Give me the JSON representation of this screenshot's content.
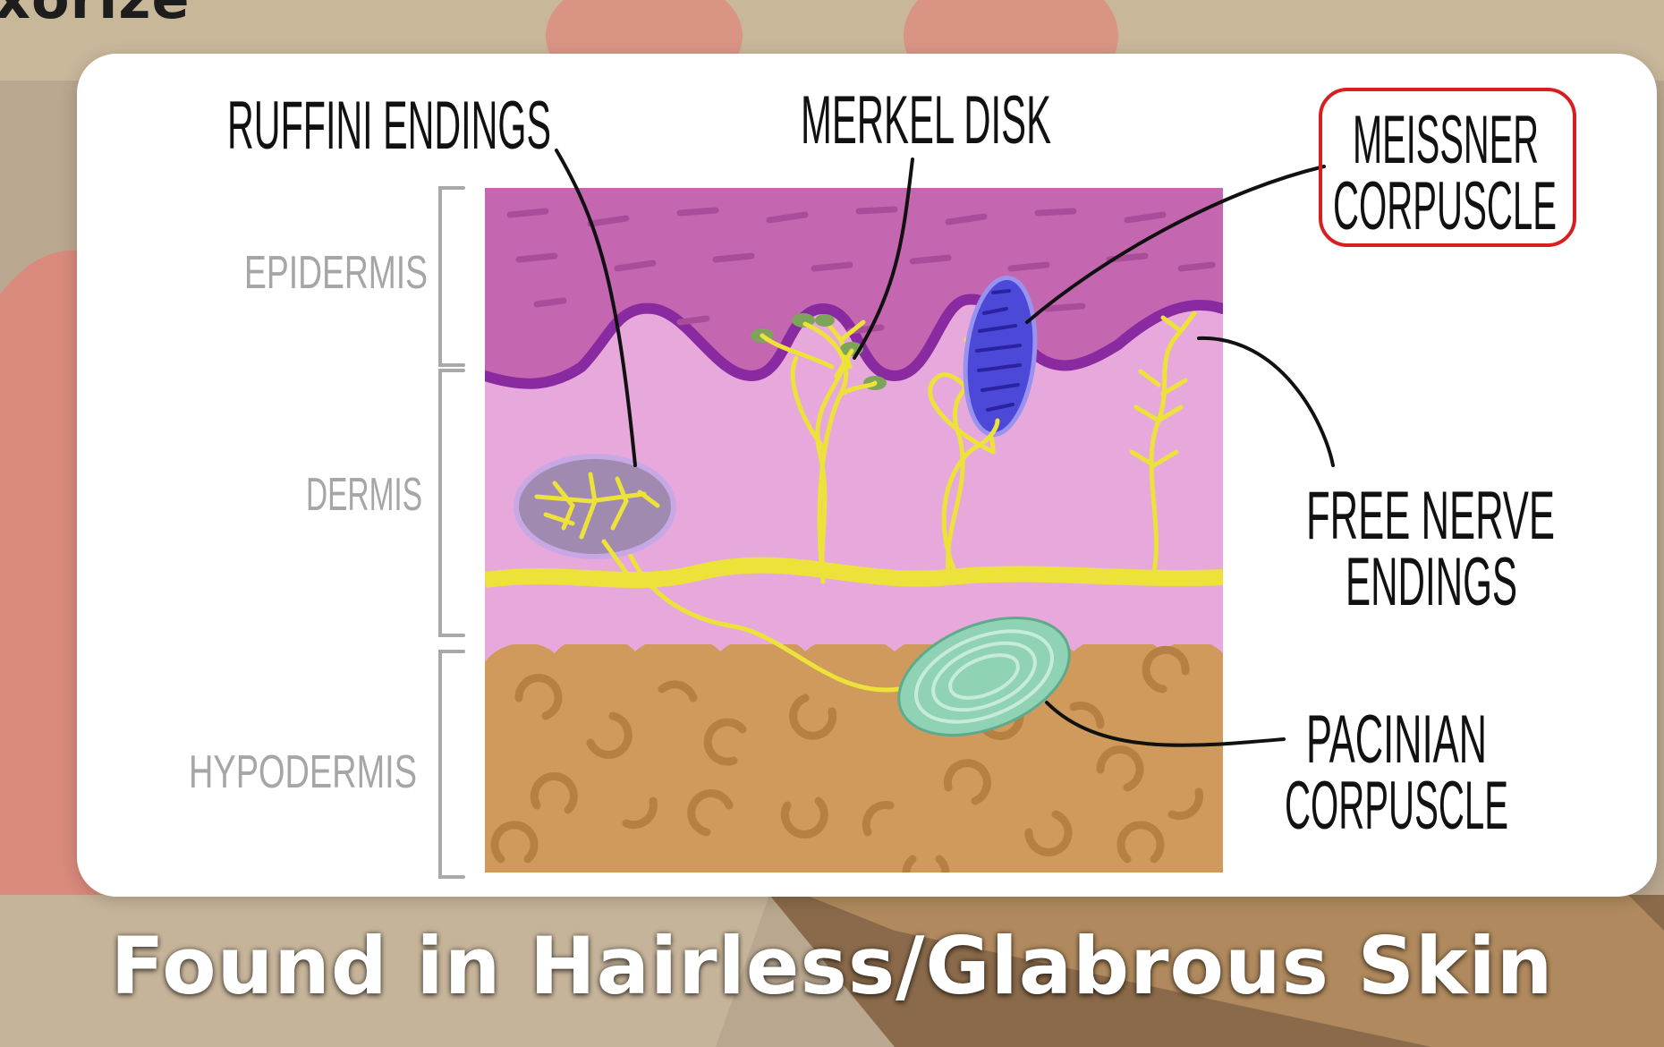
{
  "brand": "xorize",
  "caption": "Found in Hairless/Glabrous Skin",
  "layers": {
    "epidermis": "EPIDERMIS",
    "dermis": "DERMIS",
    "hypodermis": "HYPODERMIS"
  },
  "receptors": {
    "ruffini": "RUFFINI ENDINGS",
    "merkel": "MERKEL DISK",
    "meissner": [
      "MEISSNER",
      "CORPUSCLE"
    ],
    "free_nerve": [
      "FREE NERVE",
      "ENDINGS"
    ],
    "pacinian": [
      "PACINIAN",
      "CORPUSCLE"
    ]
  },
  "highlighted": "meissner",
  "colors": {
    "epidermis": "#c566b0",
    "dermis": "#e8aadc",
    "hypodermis": "#cf9a5c",
    "nerve": "#ece23a",
    "meissner": "#4c49d8",
    "pacinian": "#8fd2b4",
    "highlight_border": "#d81e1e"
  }
}
